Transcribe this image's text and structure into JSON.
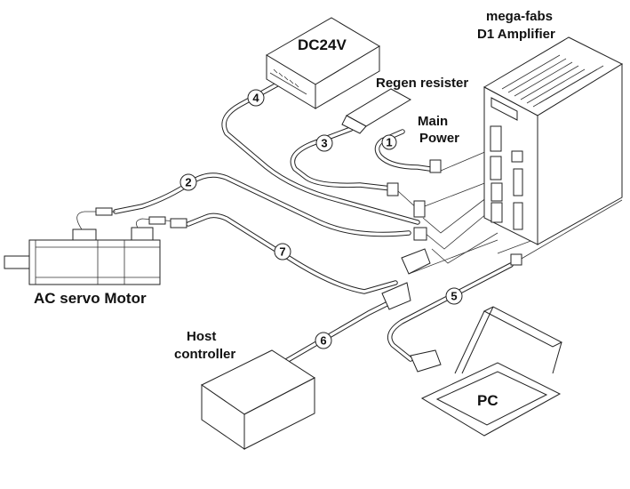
{
  "diagram": {
    "title": "mega-fabs D1 Amplifier wiring overview",
    "components": {
      "amplifier": {
        "line1": "mega-fabs",
        "line2": "D1 Amplifier"
      },
      "dc24v": {
        "label": "DC24V"
      },
      "regen": {
        "label": "Regen resister"
      },
      "main_power": {
        "line1": "Main",
        "line2": "Power"
      },
      "motor": {
        "label": "AC servo Motor"
      },
      "host": {
        "line1": "Host",
        "line2": "controller"
      },
      "pc": {
        "label": "PC"
      }
    },
    "cables": [
      {
        "id": "1",
        "label": "1",
        "connects": "Main Power"
      },
      {
        "id": "2",
        "label": "2",
        "connects": "AC servo Motor power"
      },
      {
        "id": "3",
        "label": "3",
        "connects": "Regen resister"
      },
      {
        "id": "4",
        "label": "4",
        "connects": "DC24V"
      },
      {
        "id": "5",
        "label": "5",
        "connects": "PC"
      },
      {
        "id": "6",
        "label": "6",
        "connects": "Host controller"
      },
      {
        "id": "7",
        "label": "7",
        "connects": "AC servo Motor encoder"
      }
    ],
    "colors": {
      "line": "#222222",
      "background": "#ffffff"
    }
  }
}
